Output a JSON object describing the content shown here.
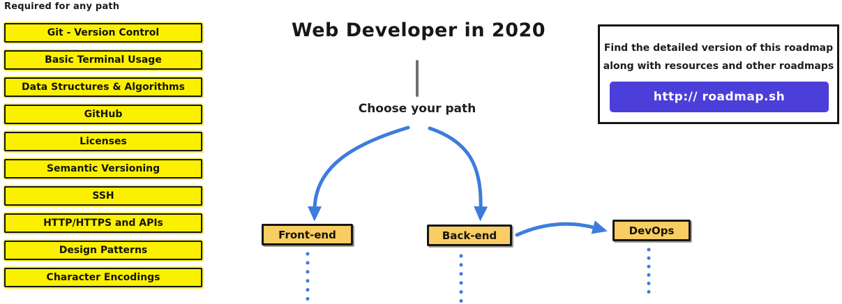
{
  "colors": {
    "required_box_fill": "#FBF000",
    "path_box_fill": "#F8CE63",
    "arrow_blue": "#3D7CDC",
    "button_indigo": "#4C3FD9",
    "stem_gray": "#6E6E6E",
    "border_black": "#141414"
  },
  "left_panel": {
    "header": "Required for any path",
    "items": [
      "Git - Version Control",
      "Basic Terminal Usage",
      "Data Structures & Algorithms",
      "GitHub",
      "Licenses",
      "Semantic Versioning",
      "SSH",
      "HTTP/HTTPS and APIs",
      "Design Patterns",
      "Character Encodings"
    ]
  },
  "center": {
    "title": "Web Developer in 2020",
    "choose_label": "Choose your path",
    "paths": [
      "Front-end",
      "Back-end",
      "DevOps"
    ]
  },
  "info_box": {
    "line1": "Find the detailed version of this roadmap",
    "line2": "along with resources and other roadmaps",
    "button_label": "http:// roadmap.sh"
  }
}
